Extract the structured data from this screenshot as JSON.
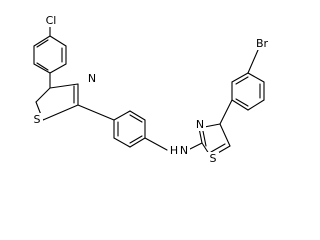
{
  "atoms": {
    "cl": "Cl",
    "br": "Br",
    "n1": "N",
    "s1": "S",
    "n2": "N",
    "s2": "S",
    "nh": "N",
    "h": "H"
  }
}
